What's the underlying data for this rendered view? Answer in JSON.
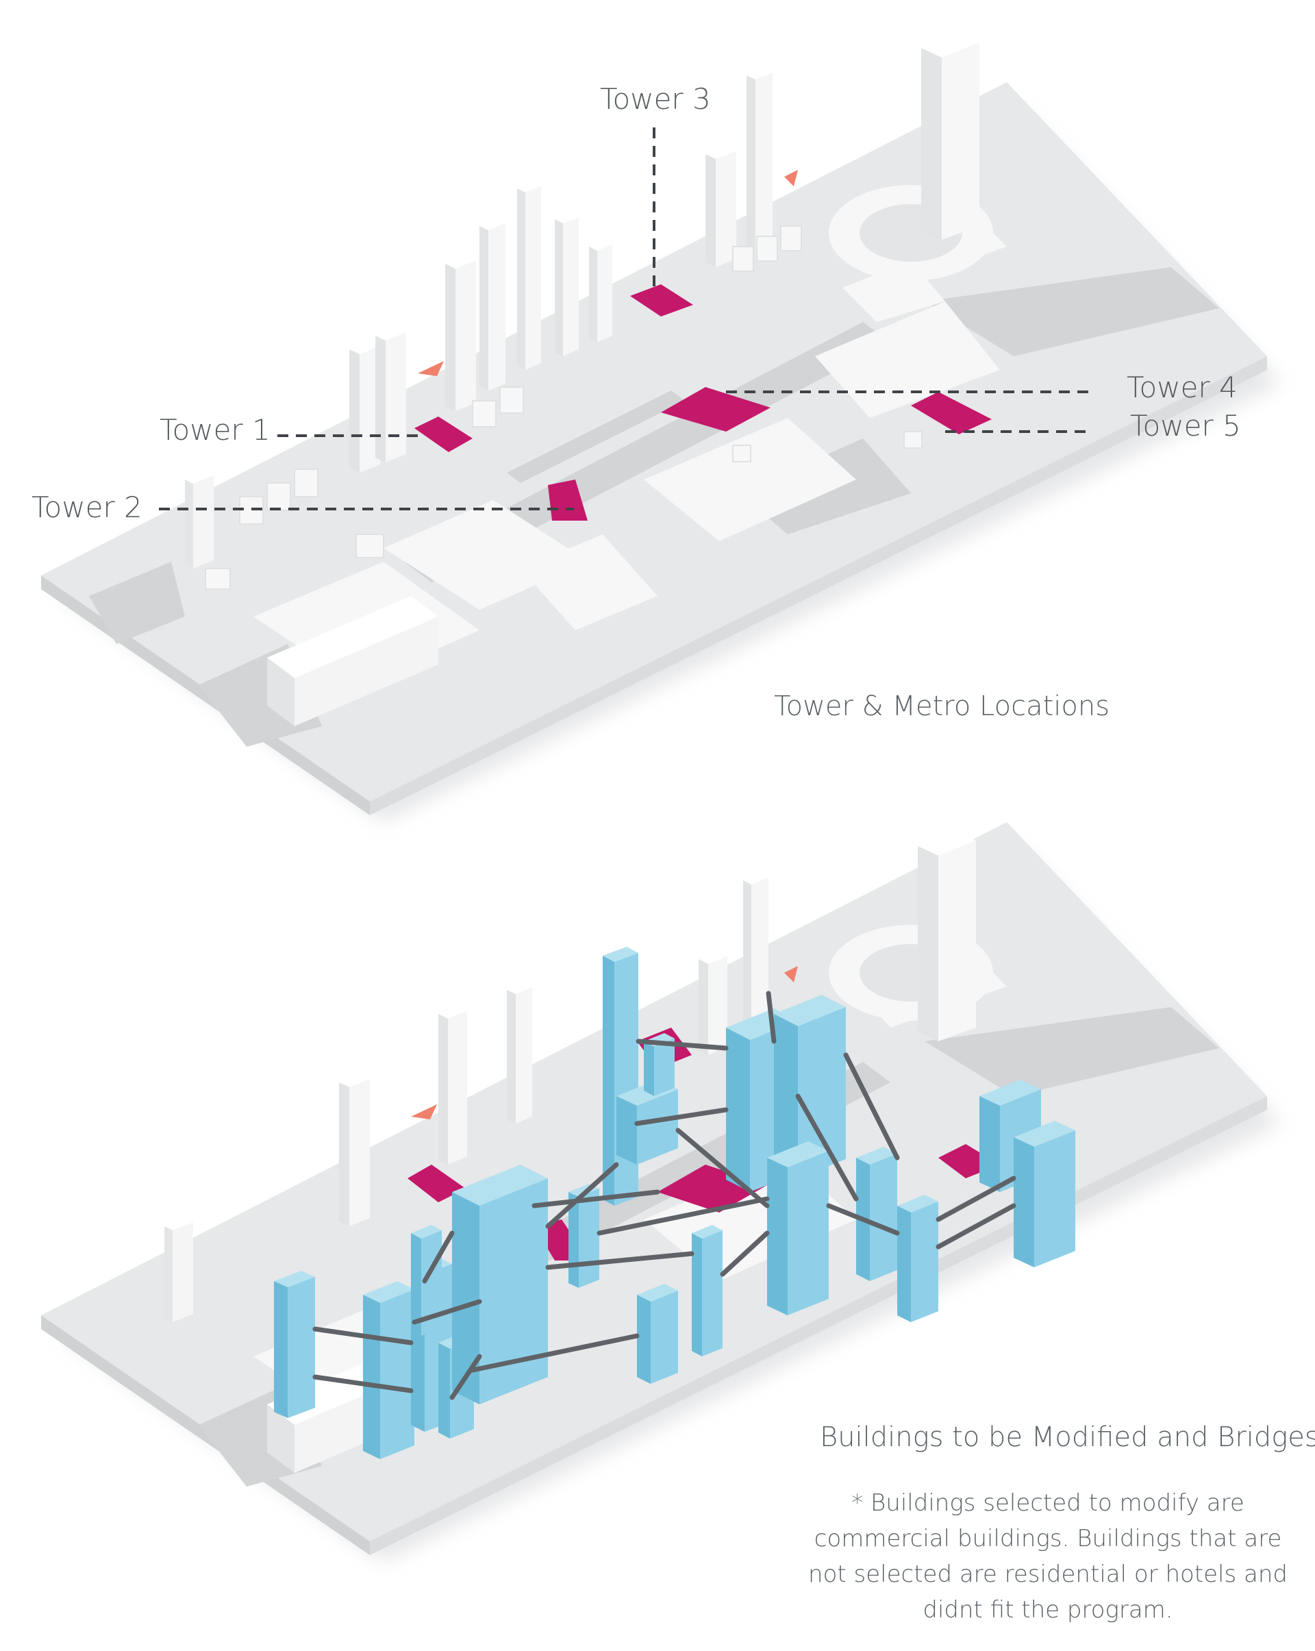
{
  "diagram_top": {
    "caption": "Tower & Metro Locations",
    "towers": [
      {
        "label": "Tower 1"
      },
      {
        "label": "Tower 2"
      },
      {
        "label": "Tower 3"
      },
      {
        "label": "Tower 4"
      },
      {
        "label": "Tower 5"
      }
    ]
  },
  "diagram_bottom": {
    "caption": "Buildings to be Modified and Bridges",
    "note": "* Buildings selected to modify are commercial buildings. Buildings that are not selected are residential or hotels and didnt fit the program."
  },
  "colors": {
    "site_base": "#e7e8e9",
    "road": "#d0d2d4",
    "block": "#f6f6f6",
    "tower_site": "#c4186a",
    "metro_canopy": "#f0806c",
    "modified_building": "#7fc9e4",
    "bridge": "#5f6367",
    "leader_line": "#3f4347"
  }
}
